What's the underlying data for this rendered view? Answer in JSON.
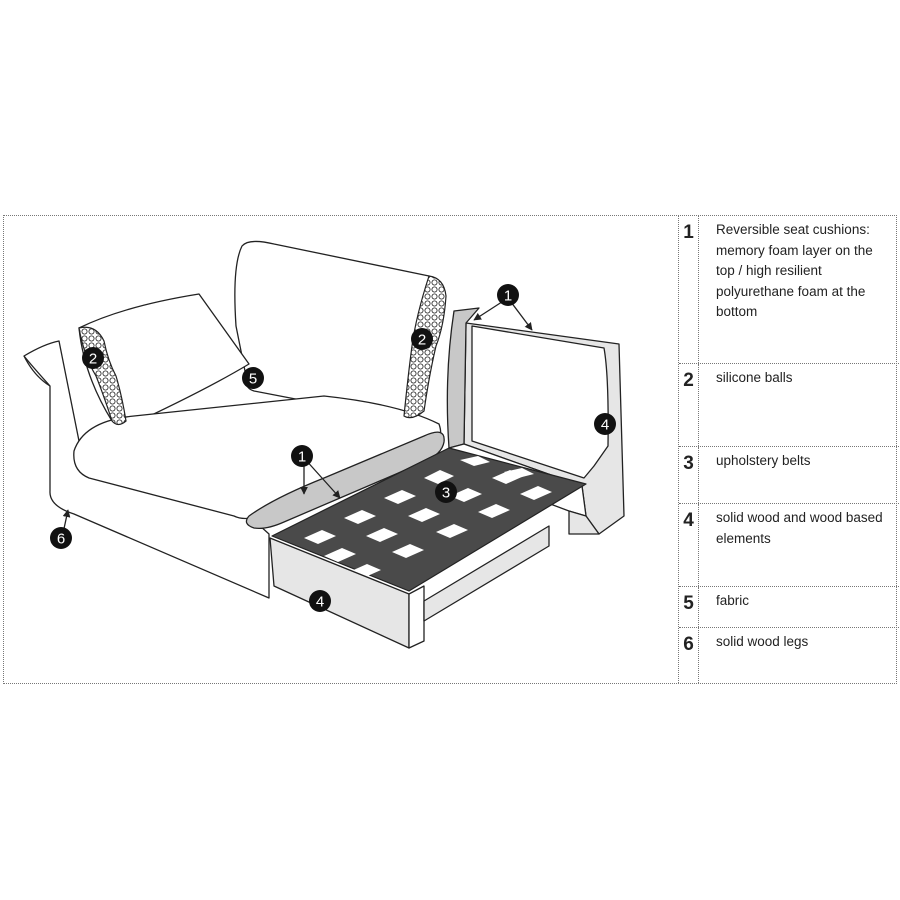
{
  "legend": [
    {
      "number": "1",
      "text": "Reversible seat cushions: memory foam layer on the top / high resilient polyurethane foam at the bottom"
    },
    {
      "number": "2",
      "text": "silicone balls"
    },
    {
      "number": "3",
      "text": "upholstery belts"
    },
    {
      "number": "4",
      "text": "solid wood and wood based elements"
    },
    {
      "number": "5",
      "text": "fabric"
    },
    {
      "number": "6",
      "text": "solid wood legs"
    }
  ],
  "callouts": [
    "1",
    "1",
    "2",
    "2",
    "3",
    "4",
    "4",
    "5",
    "6"
  ],
  "colors": {
    "outline": "#222222",
    "belt_dark": "#4a4a4a",
    "wood_panel": "#e6e6e6",
    "foam_grey": "#c8c8c8",
    "callout_fill": "#111111",
    "border": "#777777"
  }
}
